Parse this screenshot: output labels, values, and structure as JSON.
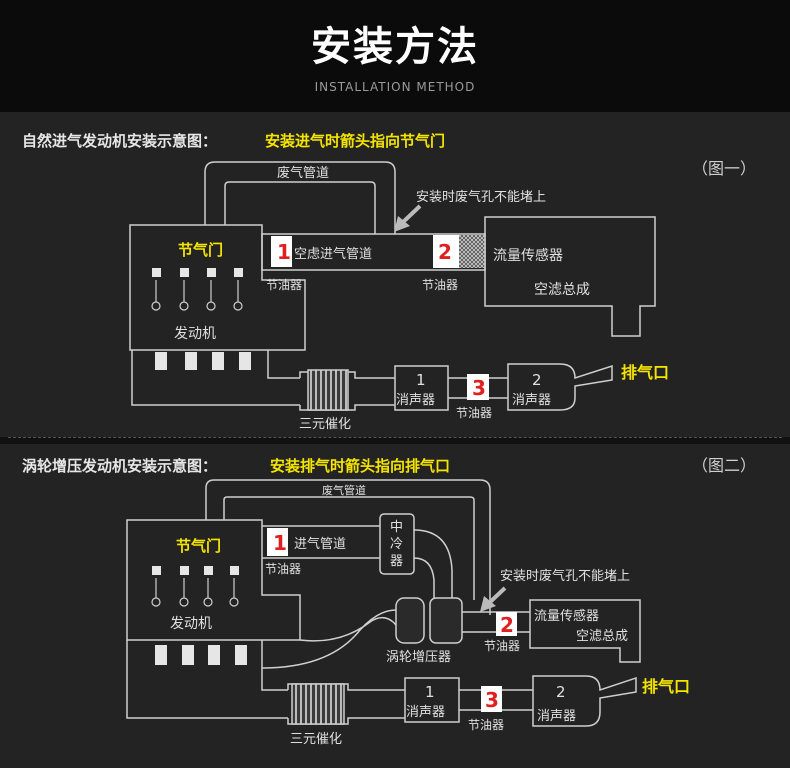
{
  "header": {
    "title": "安装方法",
    "subtitle": "INSTALLATION METHOD"
  },
  "diagram1": {
    "heading": "自然进气发动机安装示意图：",
    "instruction": "安装进气时箭头指向节气门",
    "fig_label": "（图一）",
    "exhaust_pipe": "废气管道",
    "warning": "安装时废气孔不能堵上",
    "throttle": "节气门",
    "intake_pipe": "空虑进气管道",
    "flow_sensor": "流量传感器",
    "air_filter": "空滤总成",
    "saver_a": "节油器",
    "saver_b": "节油器",
    "saver_c": "节油器",
    "engine": "发动机",
    "catalyst": "三元催化",
    "muffler1": "消声器",
    "muffler2": "消声器",
    "exhaust_outlet": "排气口",
    "num1": "1",
    "num2": "2",
    "num3": "3",
    "m1": "1",
    "m2": "2"
  },
  "diagram2": {
    "heading": "涡轮增压发动机安装示意图：",
    "instruction": "安装排气时箭头指向排气口",
    "fig_label": "（图二）",
    "exhaust_pipe": "废气管道",
    "throttle": "节气门",
    "intake_pipe": "进气管道",
    "saver_a": "节油器",
    "intercooler_1": "中",
    "intercooler_2": "冷",
    "intercooler_3": "器",
    "warning": "安装时废气孔不能堵上",
    "flow_sensor": "流量传感器",
    "air_filter": "空滤总成",
    "saver_b": "节油器",
    "engine": "发动机",
    "turbo": "涡轮增压器",
    "muffler1": "消声器",
    "muffler2": "消声器",
    "saver_c": "节油器",
    "catalyst": "三元催化",
    "exhaust_outlet": "排气口",
    "num1": "1",
    "num2": "2",
    "num3": "3",
    "m1": "1",
    "m2": "2"
  },
  "colors": {
    "highlight": "#f4e400",
    "badge_number": "#e02020",
    "line": "#cfcfcf"
  }
}
